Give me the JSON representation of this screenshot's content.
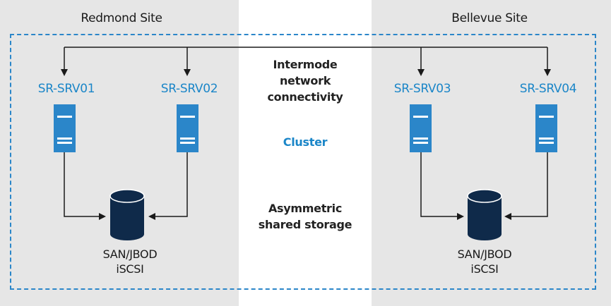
{
  "sites": {
    "left": {
      "title": "Redmond Site"
    },
    "right": {
      "title": "Bellevue Site"
    }
  },
  "servers": [
    {
      "name": "SR-SRV01"
    },
    {
      "name": "SR-SRV02"
    },
    {
      "name": "SR-SRV03"
    },
    {
      "name": "SR-SRV04"
    }
  ],
  "center": {
    "network_line1": "Intermode",
    "network_line2": "network",
    "network_line3": "connectivity",
    "cluster": "Cluster",
    "storage_line1": "Asymmetric",
    "storage_line2": "shared storage"
  },
  "storage": {
    "left": {
      "line1": "SAN/JBOD",
      "line2": "iSCSI"
    },
    "right": {
      "line1": "SAN/JBOD",
      "line2": "iSCSI"
    }
  },
  "colors": {
    "site_background": "#e6e6e6",
    "accent_blue": "#2b86c9",
    "label_blue": "#1b86c8",
    "storage_navy": "#0f2a4a",
    "line": "#1a1a1a"
  }
}
